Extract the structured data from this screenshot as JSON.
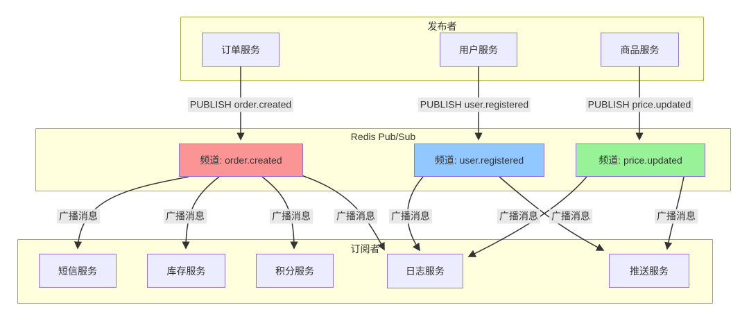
{
  "diagram": {
    "type": "flowchart",
    "clusters": {
      "publishers": {
        "title": "发布者"
      },
      "redis": {
        "title": "Redis Pub/Sub"
      },
      "subscribers": {
        "title": "订阅者"
      }
    },
    "nodes": {
      "order_service": {
        "label": "订单服务"
      },
      "user_service": {
        "label": "用户服务"
      },
      "product_service": {
        "label": "商品服务"
      },
      "channel_order": {
        "label": "频道: order.created",
        "color": "#fb9595"
      },
      "channel_user": {
        "label": "频道: user.registered",
        "color": "#90c8ff"
      },
      "channel_price": {
        "label": "频道: price.updated",
        "color": "#98f398"
      },
      "sms_service": {
        "label": "短信服务"
      },
      "inventory_service": {
        "label": "库存服务"
      },
      "points_service": {
        "label": "积分服务"
      },
      "log_service": {
        "label": "日志服务"
      },
      "push_service": {
        "label": "推送服务"
      }
    },
    "edge_labels": {
      "publish_order": "PUBLISH order.created",
      "publish_user": "PUBLISH user.registered",
      "publish_price": "PUBLISH price.updated",
      "broadcast": "广播消息"
    },
    "edges": [
      {
        "from": "订单服务",
        "to": "频道: order.created",
        "label": "PUBLISH order.created"
      },
      {
        "from": "用户服务",
        "to": "频道: user.registered",
        "label": "PUBLISH user.registered"
      },
      {
        "from": "商品服务",
        "to": "频道: price.updated",
        "label": "PUBLISH price.updated"
      },
      {
        "from": "频道: order.created",
        "to": "短信服务",
        "label": "广播消息"
      },
      {
        "from": "频道: order.created",
        "to": "库存服务",
        "label": "广播消息"
      },
      {
        "from": "频道: order.created",
        "to": "积分服务",
        "label": "广播消息"
      },
      {
        "from": "频道: order.created",
        "to": "日志服务",
        "label": "广播消息"
      },
      {
        "from": "频道: user.registered",
        "to": "日志服务",
        "label": "广播消息"
      },
      {
        "from": "频道: price.updated",
        "to": "日志服务",
        "label": "广播消息"
      },
      {
        "from": "频道: user.registered",
        "to": "推送服务",
        "label": "广播消息"
      },
      {
        "from": "频道: price.updated",
        "to": "推送服务",
        "label": "广播消息"
      }
    ],
    "colors": {
      "cluster_fill": "#ffffde",
      "cluster_border": "#aaaa33",
      "node_fill": "#ECECFF",
      "node_border": "#9370DB",
      "edge_stroke": "#333333",
      "edge_label_bg": "#e8e8e8",
      "channel_order": "#fb9595",
      "channel_user": "#90c8ff",
      "channel_price": "#98f398"
    }
  }
}
